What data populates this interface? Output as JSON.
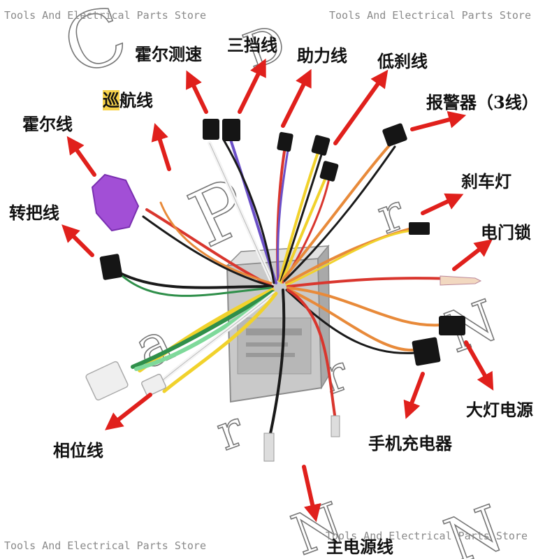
{
  "watermark": {
    "text": "Tools And Electrical Parts Store",
    "big_letters": [
      "C",
      "P",
      "D",
      "r",
      "N",
      "a",
      "r",
      "N",
      "r",
      "N"
    ]
  },
  "labels": {
    "hall_speed": "霍尔测速",
    "three_speed": "三挡线",
    "assist": "助力线",
    "low_brake": "低刹线",
    "alarm": "报警器（3线）",
    "cruise_prefix": "巡",
    "cruise_rest": "航线",
    "hall": "霍尔线",
    "throttle": "转把线",
    "brake_light": "刹车灯",
    "key_lock": "电门锁",
    "headlight_power": "大灯电源",
    "phase": "相位线",
    "phone_charger": "手机充电器",
    "main_power": "主电源线"
  },
  "colors": {
    "arrow": "#e0201c",
    "label": "#111111",
    "controller": "#c9c9c9",
    "purple_connector": "#a24fd6",
    "connector": "#151515"
  },
  "wire_colors": [
    "#e88a3a",
    "#d9362e",
    "#1a1a1a",
    "#6b50c8",
    "#f1d22c",
    "#2f8f4a",
    "#7ed99a",
    "#f4f4f4"
  ]
}
